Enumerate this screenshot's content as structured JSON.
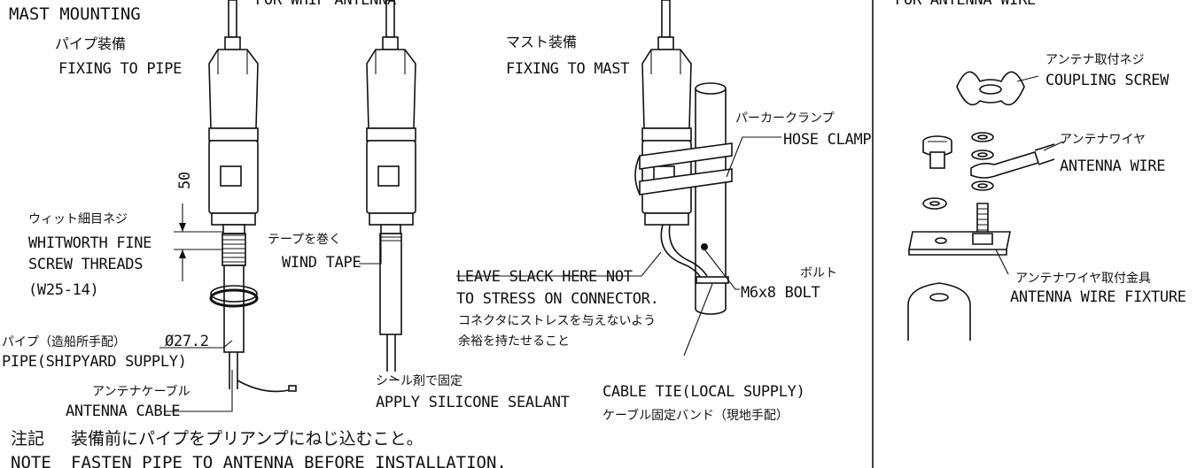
{
  "left_header": "MAST MOUNTING",
  "mid_header": "FOR WHIP ANTENNA",
  "right_header": "FOR ANTENNA WIRE",
  "pipe_fixing": {
    "jp": "パイプ装備",
    "en": "FIXING TO PIPE"
  },
  "mast_fixing": {
    "jp": "マスト装備",
    "en": "FIXING TO MAST"
  },
  "dimension_50": "50",
  "whitworth": {
    "jp": "ウィット細目ネジ",
    "en1": "WHITWORTH FINE",
    "en2": "SCREW THREADS",
    "spec": "(W25-14)"
  },
  "pipe": {
    "jp": "パイプ（造船所手配）",
    "diameter": "Ø27.2",
    "en": "PIPE(SHIPYARD SUPPLY)"
  },
  "antenna_cable": {
    "jp": "アンテナケーブル",
    "en": "ANTENNA CABLE"
  },
  "wind_tape": {
    "jp": "テープを巻く",
    "en": "WIND TAPE"
  },
  "sealant": {
    "jp": "シール剤で固定",
    "en": "APPLY SILICONE SEALANT"
  },
  "slack": {
    "en1": "LEAVE SLACK HERE NOT",
    "en2": "TO STRESS ON CONNECTOR.",
    "jp1": "コネクタにストレスを与えないよう",
    "jp2": "余裕を持たせること"
  },
  "hose_clamp": {
    "jp": "パーカークランプ",
    "en": "HOSE CLAMP"
  },
  "bolt": {
    "jp": "ボルト",
    "en": "M6x8 BOLT"
  },
  "cable_tie": {
    "en": "CABLE TIE(LOCAL SUPPLY)",
    "jp": "ケーブル固定バンド（現地手配）"
  },
  "coupling_screw": {
    "jp": "アンテナ取付ネジ",
    "en": "COUPLING SCREW"
  },
  "antenna_wire": {
    "jp": "アンテナワイヤ",
    "en": "ANTENNA WIRE"
  },
  "wire_fixture": {
    "jp": "アンテナワイヤ取付金具",
    "en": "ANTENNA WIRE FIXTURE"
  },
  "note": {
    "jp_label": "注記",
    "jp_text": "装備前にパイプをプリアンプにねじ込むこと。",
    "en_label": "NOTE",
    "en_text": "FASTEN PIPE TO ANTENNA BEFORE INSTALLATION."
  }
}
